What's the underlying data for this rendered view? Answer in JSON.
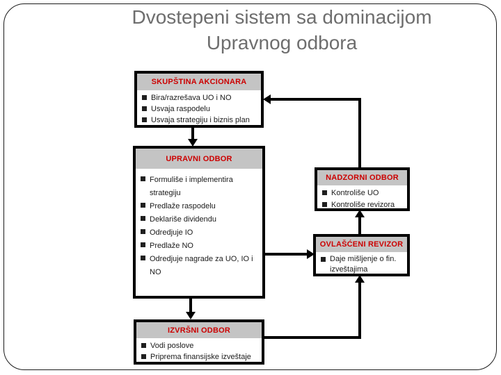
{
  "title": {
    "line1": "Dvostepeni sistem sa dominacijom",
    "line2": "Upravnog odbora"
  },
  "colors": {
    "accent_red": "#cc0000",
    "header_gray": "#c4c4c4",
    "title_gray": "#6e6e6e",
    "line_black": "#000000"
  },
  "boxes": {
    "skupstina": {
      "title": "SKUPŠTINA AKCIONARA",
      "items": [
        "Bira/razrešava UO i NO",
        "Usvaja raspodelu",
        "Usvaja strategiju i biznis plan"
      ]
    },
    "upravni": {
      "title": "UPRAVNI ODBOR",
      "items": [
        "Formuliše i implementira strategiju",
        "Predlaže raspodelu",
        "Deklariše dividendu",
        "Odredjuje IO",
        "Predlaže NO",
        "Odredjuje nagrade za UO, IO i NO"
      ]
    },
    "nadzorni": {
      "title": "NADZORNI ODBOR",
      "items": [
        "Kontroliše UO",
        "Kontroliše revizora"
      ]
    },
    "revizor": {
      "title": "OVLAŠĆENI REVIZOR",
      "items": [
        "Daje mišljenje o fin. izveštajima"
      ]
    },
    "izvrsni": {
      "title": "IZVRŠNI ODBOR",
      "items": [
        "Vodi poslove",
        "Priprema finansijske izveštaje"
      ]
    }
  }
}
